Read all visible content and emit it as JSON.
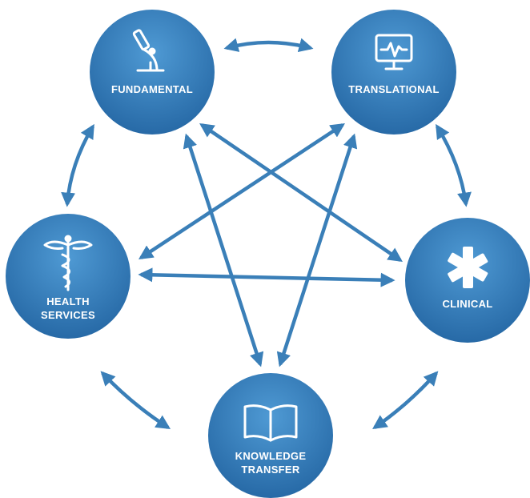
{
  "nodes": {
    "fundamental": {
      "label": "FUNDAMENTAL",
      "icon": "microscope-icon"
    },
    "translational": {
      "label": "TRANSLATIONAL",
      "icon": "monitor-heartbeat-icon"
    },
    "health_services": {
      "label_line1": "HEALTH",
      "label_line2": "SERVICES",
      "icon": "caduceus-icon"
    },
    "clinical": {
      "label": "CLINICAL",
      "icon": "medical-star-icon"
    },
    "knowledge_transfer": {
      "label_line1": "KNOWLEDGE",
      "label_line2": "TRANSFER",
      "icon": "open-book-icon"
    }
  },
  "colors": {
    "node_light": "#4a94cf",
    "node_dark": "#1f5f98",
    "arrow": "#3a7fb8",
    "text": "#ffffff"
  }
}
